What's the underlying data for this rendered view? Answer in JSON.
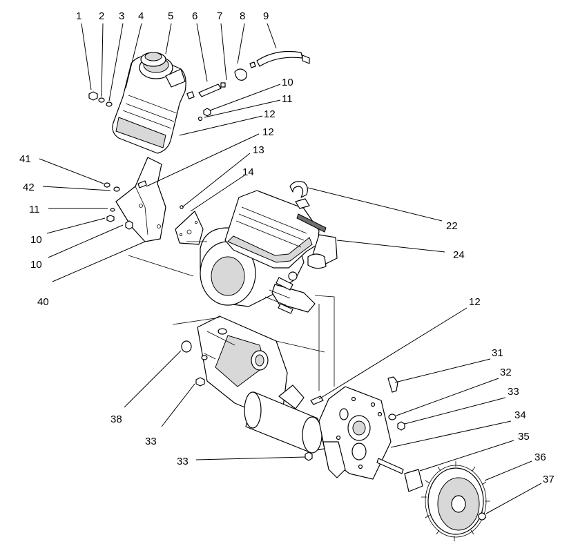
{
  "callouts": [
    {
      "id": "c1",
      "label": "1"
    },
    {
      "id": "c2",
      "label": "2"
    },
    {
      "id": "c3",
      "label": "3"
    },
    {
      "id": "c4",
      "label": "4"
    },
    {
      "id": "c5",
      "label": "5"
    },
    {
      "id": "c6",
      "label": "6"
    },
    {
      "id": "c7",
      "label": "7"
    },
    {
      "id": "c8",
      "label": "8"
    },
    {
      "id": "c9",
      "label": "9"
    },
    {
      "id": "c10a",
      "label": "10"
    },
    {
      "id": "c11a",
      "label": "11"
    },
    {
      "id": "c12a",
      "label": "12"
    },
    {
      "id": "c12b",
      "label": "12"
    },
    {
      "id": "c13",
      "label": "13"
    },
    {
      "id": "c14",
      "label": "14"
    },
    {
      "id": "c41",
      "label": "41"
    },
    {
      "id": "c42",
      "label": "42"
    },
    {
      "id": "c11b",
      "label": "11"
    },
    {
      "id": "c10b",
      "label": "10"
    },
    {
      "id": "c10c",
      "label": "10"
    },
    {
      "id": "c40",
      "label": "40"
    },
    {
      "id": "c22",
      "label": "22"
    },
    {
      "id": "c24",
      "label": "24"
    },
    {
      "id": "c12c",
      "label": "12"
    },
    {
      "id": "c31",
      "label": "31"
    },
    {
      "id": "c32",
      "label": "32"
    },
    {
      "id": "c33a",
      "label": "33"
    },
    {
      "id": "c34",
      "label": "34"
    },
    {
      "id": "c35",
      "label": "35"
    },
    {
      "id": "c36",
      "label": "36"
    },
    {
      "id": "c37",
      "label": "37"
    },
    {
      "id": "c38",
      "label": "38"
    },
    {
      "id": "c33b",
      "label": "33"
    },
    {
      "id": "c33c",
      "label": "33"
    }
  ]
}
